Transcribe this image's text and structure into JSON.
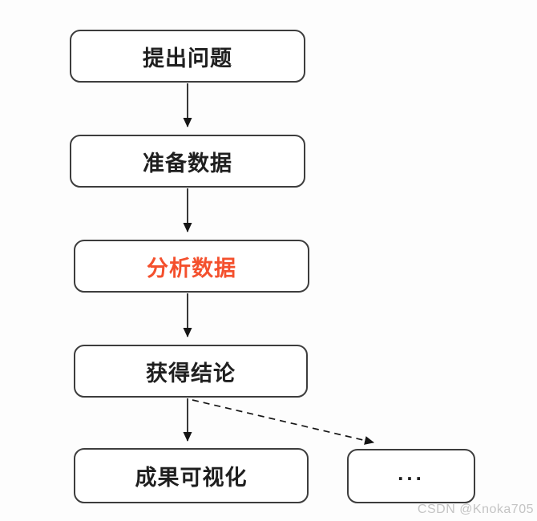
{
  "diagram": {
    "type": "flowchart",
    "direction": "top-down",
    "accent_color": "#f4502d",
    "border_color": "#3d3d3d",
    "nodes": [
      {
        "id": "raise-question",
        "label": "提出问题",
        "color": "#1f1f1f",
        "highlighted": false
      },
      {
        "id": "prepare-data",
        "label": "准备数据",
        "color": "#1f1f1f",
        "highlighted": false
      },
      {
        "id": "analyze-data",
        "label": "分析数据",
        "color": "#f4502d",
        "highlighted": true
      },
      {
        "id": "obtain-conclusion",
        "label": "获得结论",
        "color": "#1f1f1f",
        "highlighted": false
      },
      {
        "id": "visualize-results",
        "label": "成果可视化",
        "color": "#1f1f1f",
        "highlighted": false
      },
      {
        "id": "more-options",
        "label": "...",
        "color": "#1f1f1f",
        "highlighted": false
      }
    ],
    "edges": [
      {
        "from": "raise-question",
        "to": "prepare-data",
        "style": "solid"
      },
      {
        "from": "prepare-data",
        "to": "analyze-data",
        "style": "solid"
      },
      {
        "from": "analyze-data",
        "to": "obtain-conclusion",
        "style": "solid"
      },
      {
        "from": "obtain-conclusion",
        "to": "visualize-results",
        "style": "solid"
      },
      {
        "from": "obtain-conclusion",
        "to": "more-options",
        "style": "dashed"
      }
    ]
  },
  "watermark": {
    "text": "CSDN @Knoka705"
  }
}
